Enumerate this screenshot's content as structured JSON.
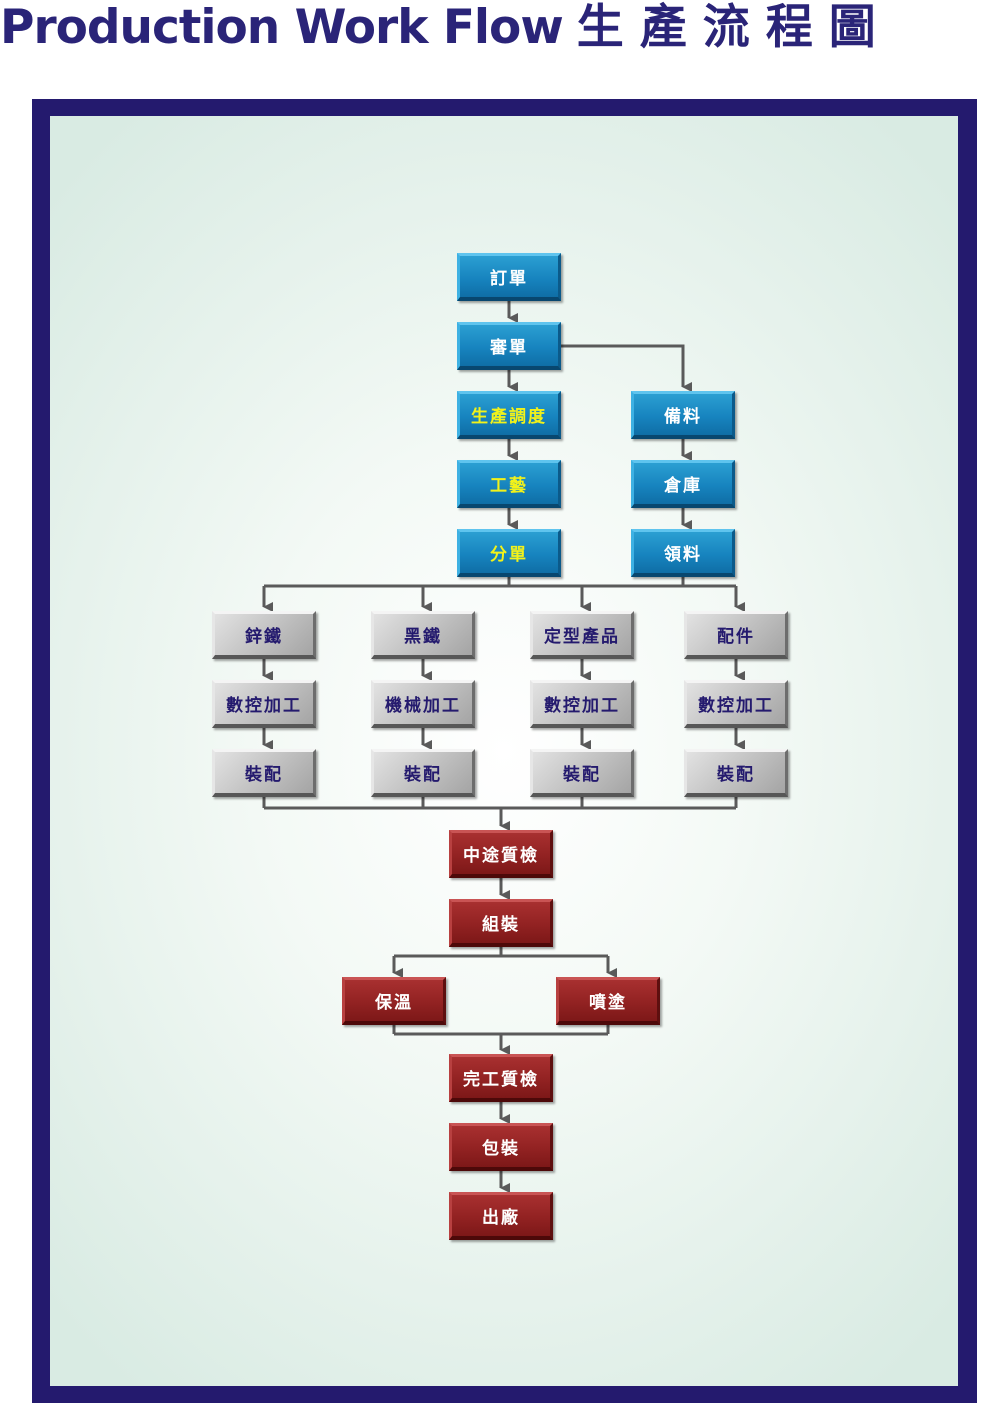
{
  "title": {
    "en": "Production Work Flow",
    "zh": "生產流程圖"
  },
  "colors": {
    "title": "#2a2478",
    "frame": "#241a6e",
    "planning_box": "#1784bf",
    "machining_box": "#b4b4b4",
    "finishing_box": "#922222",
    "connector": "#5a5a5a"
  },
  "nodes": {
    "order": "訂單",
    "order_review": "審單",
    "production_scheduling": "生產調度",
    "process_engineering": "工藝",
    "dispatch": "分單",
    "material_prep": "備料",
    "warehouse": "倉庫",
    "material_issue": "領料",
    "galvanized_iron": "鋅鐵",
    "cnc_1": "數控加工",
    "assembly_1": "裝配",
    "black_iron": "黑鐵",
    "machining": "機械加工",
    "assembly_2": "裝配",
    "standard_product": "定型產品",
    "cnc_2": "數控加工",
    "assembly_3": "裝配",
    "parts": "配件",
    "cnc_3": "數控加工",
    "assembly_4": "裝配",
    "interim_qc": "中途質檢",
    "final_assembly": "組裝",
    "insulation": "保溫",
    "spray_coating": "噴塗",
    "final_qc": "完工質檢",
    "packaging": "包裝",
    "shipment": "出廠"
  }
}
